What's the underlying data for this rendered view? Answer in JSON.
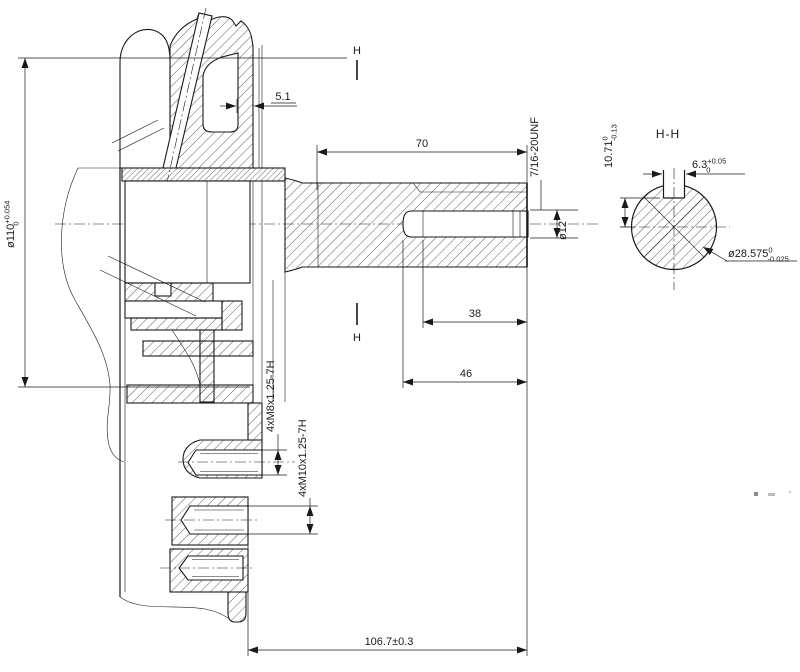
{
  "page": {
    "background": "#ffffff",
    "ink": "#1a1a1a"
  },
  "main_view": {
    "section_marker_top": "H",
    "section_marker_bottom": "H",
    "dims": {
      "wall": "5.1",
      "shaft_len": "70",
      "thread": "7/16-20UNF",
      "tap_dia": "ø12",
      "thread_depth": "38",
      "hole_depth": "46",
      "overall": "106.7±0.3",
      "m8": "4xM8x1.25-7H",
      "m10": "4xM10x1.25-7H",
      "flange_dia": {
        "main": "ø110",
        "sup": "+0.054",
        "sub": "0"
      }
    }
  },
  "section_view": {
    "title": "H-H",
    "dims": {
      "key_bottom": {
        "main": "10.71",
        "sup": "0",
        "sub": "-0.13"
      },
      "key_width": {
        "main": "6.3",
        "sup": "+0.05",
        "sub": "0"
      },
      "shaft_dia": {
        "main": "ø28.575",
        "sup": "0",
        "sub": "-0.025"
      }
    }
  }
}
